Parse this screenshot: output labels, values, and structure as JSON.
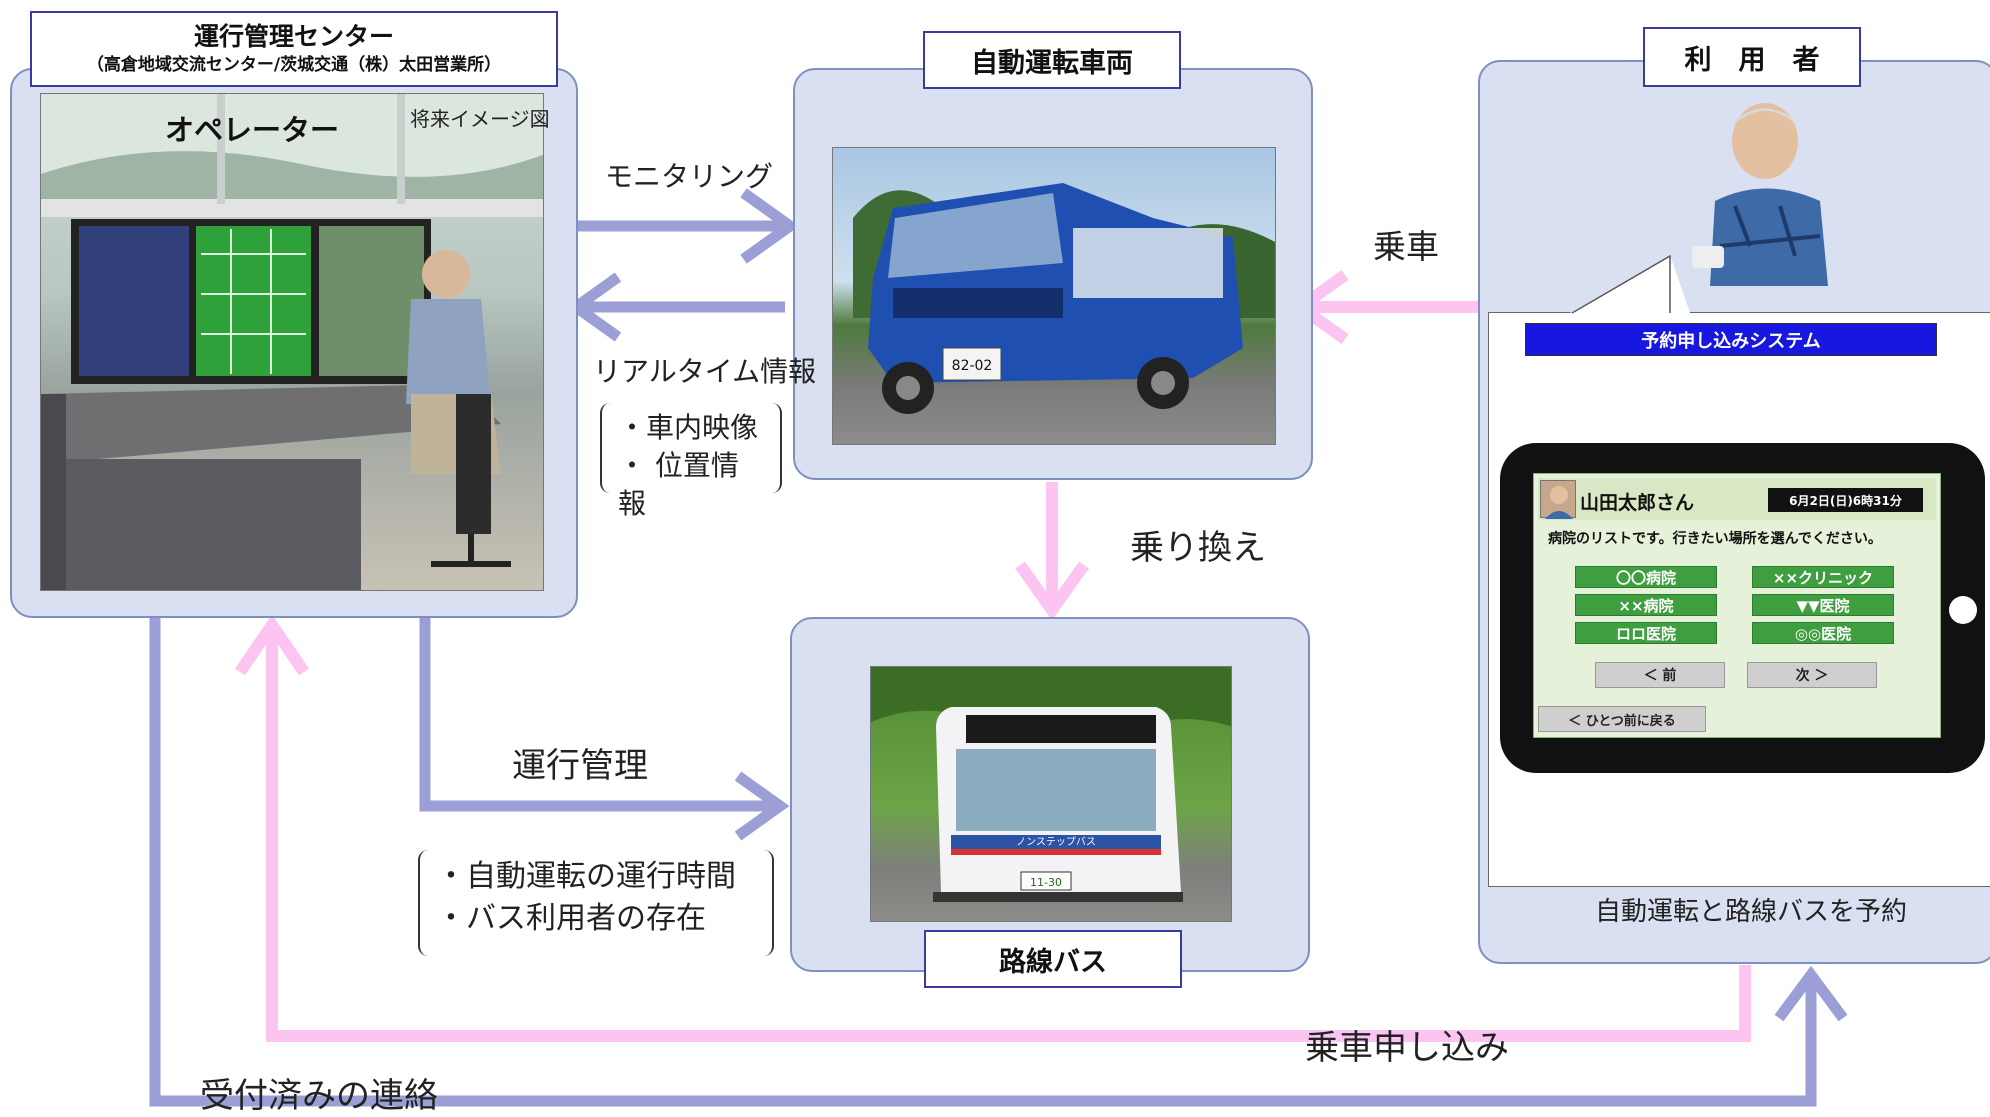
{
  "center": {
    "title": "運行管理センター",
    "subtitle": "（高倉地域交流センター/茨城交通（株）太田営業所）",
    "operator_label": "オペレーター",
    "image_caption": "将来イメージ図"
  },
  "vehicle": {
    "title": "自動運転車両",
    "plate": "82-02"
  },
  "user": {
    "title": "利　用　者",
    "system_label": "予約申し込みシステム",
    "caption": "自動運転と路線バスを予約"
  },
  "bus": {
    "title": "路線バス",
    "display": "ノンステップバス",
    "plate": "11-30"
  },
  "flows": {
    "monitoring": "モニタリング",
    "realtime": "リアルタイム情報",
    "realtime_items": [
      "・車内映像",
      "・ 位置情報"
    ],
    "boarding": "乗車",
    "transfer": "乗り換え",
    "operation": "運行管理",
    "operation_items": [
      "・自動運転の運行時間",
      "・バス利用者の存在"
    ],
    "application": "乗車申し込み",
    "confirmation": "受付済みの連絡"
  },
  "tablet": {
    "user_name": "山田太郎さん",
    "datetime": "6月2日(日)6時31分",
    "prompt": "病院のリストです。行きたい場所を選んでください。",
    "options": [
      "〇〇病院",
      "××クリニック",
      "××病院",
      "▼▼医院",
      "ロロ医院",
      "◎◎医院"
    ],
    "prev": "＜ 前",
    "next": "次 ＞",
    "back": "＜ ひとつ前に戻る"
  },
  "colors": {
    "panel_bg": "#d9e0f1",
    "blue_arrow": "#9c9ed6",
    "pink_arrow": "#fdc3f1",
    "system_bar": "#1717e0"
  }
}
